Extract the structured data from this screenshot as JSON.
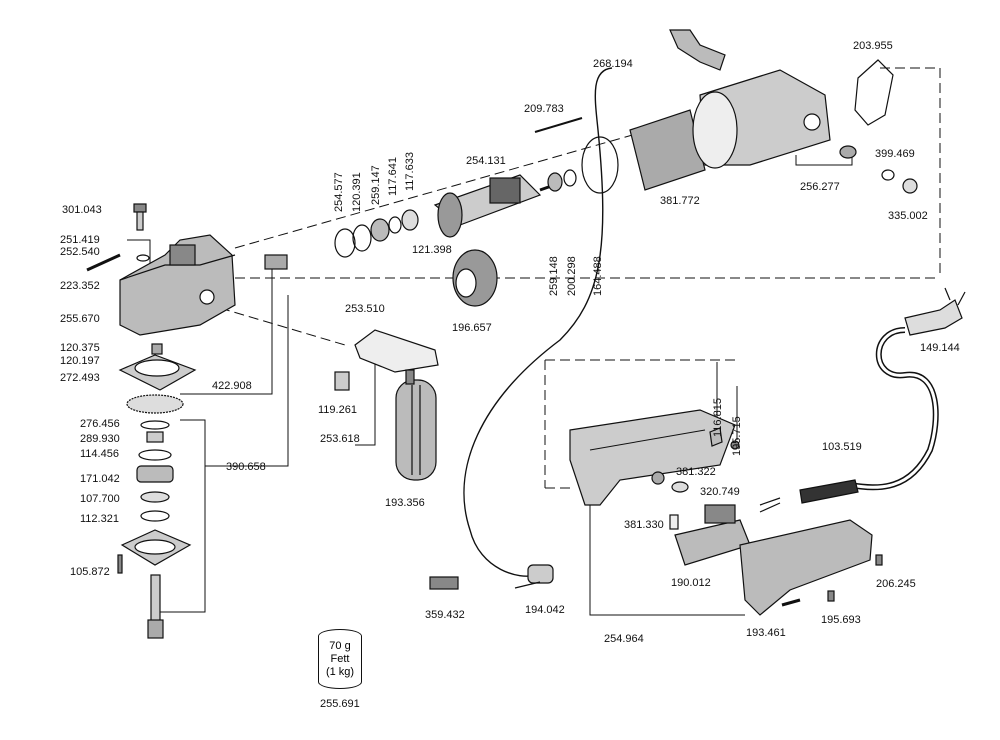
{
  "labels": {
    "p268194": "268.194",
    "p203955": "203.955",
    "p209783": "209.783",
    "p254577": "254.577",
    "p120391": "120.391",
    "p259147": "259.147",
    "p117641": "117.641",
    "p117633": "117.633",
    "p254131": "254.131",
    "p399469": "399.469",
    "p301043": "301.043",
    "p251419": "251.419",
    "p252540": "252.540",
    "p223352": "223.352",
    "p255670": "255.670",
    "p121398": "121.398",
    "p259148": "259.148",
    "p200298": "200.298",
    "p164488": "164.488",
    "p381772": "381.772",
    "p256277": "256.277",
    "p335002": "335.002",
    "p253510": "253.510",
    "p196657": "196.657",
    "p149144": "149.144",
    "p120375": "120.375",
    "p120197": "120.197",
    "p272493": "272.493",
    "p422908": "422.908",
    "p119261": "119.261",
    "p116815": "116.815",
    "p195715": "195.715",
    "p276456": "276.456",
    "p289930": "289.930",
    "p114456": "114.456",
    "p253618": "253.618",
    "p103519": "103.519",
    "p381322": "381.322",
    "p171042": "171.042",
    "p390658": "390.658",
    "p320749": "320.749",
    "p107700": "107.700",
    "p193356": "193.356",
    "p112321": "112.321",
    "p381330": "381.330",
    "p105872": "105.872",
    "p190012": "190.012",
    "p206245": "206.245",
    "p359432": "359.432",
    "p194042": "194.042",
    "p254964": "254.964",
    "p193461": "193.461",
    "p195693": "195.693",
    "p255691": "255.691"
  },
  "grease": {
    "weight": "70 g",
    "name": "Fett",
    "amount": "(1 kg)"
  }
}
